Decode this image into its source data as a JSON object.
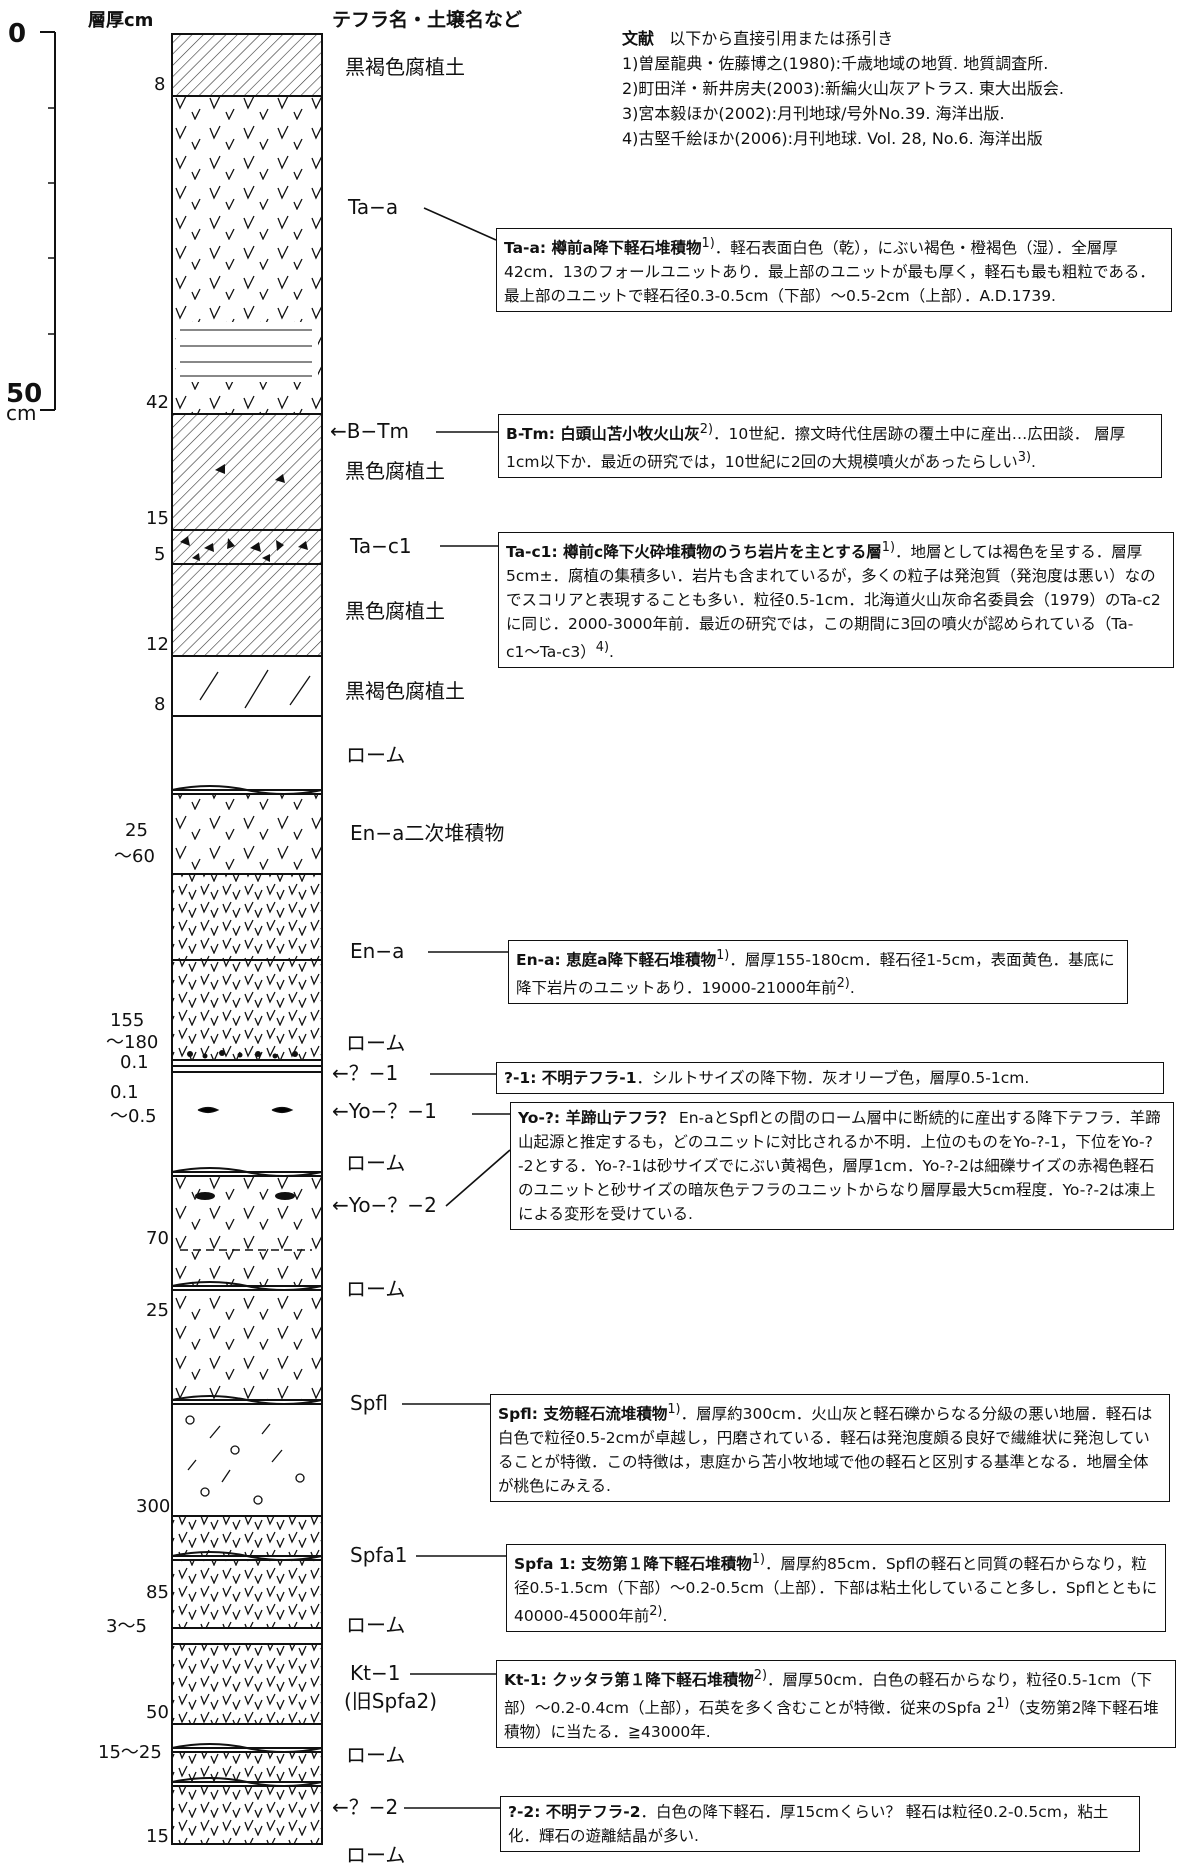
{
  "header": {
    "thickness_label": "層厚cm",
    "tephra_label": "テフラ名・土壌名など"
  },
  "scale": {
    "zero": "0",
    "fifty": "50",
    "unit": "cm"
  },
  "references": {
    "heading": "文献",
    "note": "以下から直接引用または孫引き",
    "items": [
      "1)曽屋龍典・佐藤博之(1980):千歳地域の地質. 地質調査所.",
      "2)町田洋・新井房夫(2003):新編火山灰アトラス. 東大出版会.",
      "3)宮本毅ほか(2002):月刊地球/号外No.39. 海洋出版.",
      "4)古堅千絵ほか(2006):月刊地球. Vol. 28, No.6. 海洋出版"
    ]
  },
  "thickness": {
    "t1": "8",
    "t2": "42",
    "t3": "15",
    "t4": "5",
    "t5": "12",
    "t6": "8",
    "t7a": "25",
    "t7b": "〜60",
    "t8a": "155",
    "t8b": "〜180",
    "t9": "0.1",
    "t10a": "0.1",
    "t10b": "〜0.5",
    "t11": "70",
    "t12": "25",
    "t13": "300",
    "t14": "85",
    "t15": "3〜5",
    "t16": "50",
    "t17": "15〜25",
    "t18": "15"
  },
  "layers": {
    "l1": "黒褐色腐植土",
    "l2": "Ta−a",
    "l3": "←B−Tm",
    "l4": "黒色腐植土",
    "l5": "Ta−c1",
    "l6": "黒色腐植土",
    "l7": "黒褐色腐植土",
    "l8": "ローム",
    "l9": "En−a二次堆積物",
    "l10": "En−a",
    "l11": "ローム",
    "l12": "←？−1",
    "l13": "←Yo−？−1",
    "l14": "ローム",
    "l15": "←Yo−？−2",
    "l16": "ローム",
    "l17": "Spfl",
    "l18": "Spfa1",
    "l19": "ローム",
    "l20": "Kt−1",
    "l21": "(旧Spfa2)",
    "l22": "ローム",
    "l23": "←？−2",
    "l24": "ローム"
  },
  "notes": {
    "ta_a": {
      "title": "Ta-a: 樽前a降下軽石堆積物",
      "ref": "1)",
      "text": "．軽石表面白色（乾），にぶい褐色・橙褐色（湿）．全層厚42cm．13のフォールユニットあり．最上部のユニットが最も厚く，軽石も最も粗粒である．最上部のユニットで軽石径0.3-0.5cm（下部）〜0.5-2cm（上部）．A.D.1739."
    },
    "b_tm": {
      "title": "B-Tm: 白頭山苫小牧火山灰",
      "ref": "2)",
      "text": "．10世紀．擦文時代住居跡の覆土中に産出…広田談． 層厚1cm以下か．最近の研究では，10世紀に2回の大規模噴火があったらしい",
      "ref2": "3)",
      "tail": "."
    },
    "ta_c1": {
      "title": "Ta-c1: 樽前c降下火砕堆積物のうち岩片を主とする層",
      "ref": "1)",
      "text": "．地層としては褐色を呈する．層厚5cm±．腐植の集積多い．岩片も含まれているが，多くの粒子は発泡質（発泡度は悪い）なのでスコリアと表現することも多い．粒径0.5-1cm．北海道火山灰命名委員会（1979）のTa-c2に同じ．2000-3000年前．最近の研究では，この期間に3回の噴火が認められている（Ta-c1〜Ta-c3）",
      "ref2": "4)",
      "tail": "."
    },
    "en_a": {
      "title": "En-a: 恵庭a降下軽石堆積物",
      "ref": "1)",
      "text": "．層厚155-180cm．軽石径1-5cm，表面黄色．基底に降下岩片のユニットあり．19000-21000年前",
      "ref2": "2)",
      "tail": "."
    },
    "q1": {
      "title": "?-1: 不明テフラ-1",
      "text": "．シルトサイズの降下物．灰オリーブ色，層厚0.5-1cm."
    },
    "yo": {
      "title": "Yo-?: 羊蹄山テフラ？",
      "text": " En-aとSpflとの間のローム層中に断続的に産出する降下テフラ．羊蹄山起源と推定するも，どのユニットに対比されるか不明．上位のものをYo-?-1，下位をYo-?-2とする．Yo-?-1は砂サイズでにぶい黄褐色，層厚1cm．Yo-?-2は細礫サイズの赤褐色軽石のユニットと砂サイズの暗灰色テフラのユニットからなり層厚最大5cm程度．Yo-?-2は凍上による変形を受けている."
    },
    "spfl": {
      "title": "Spfl: 支笏軽石流堆積物",
      "ref": "1)",
      "text": "．層厚約300cm．火山灰と軽石礫からなる分級の悪い地層．軽石は白色で粒径0.5-2cmが卓越し，円磨されている．軽石は発泡度頗る良好で繊維状に発泡していることが特徴．この特徴は，恵庭から苫小牧地域で他の軽石と区別する基準となる．地層全体が桃色にみえる."
    },
    "spfa1": {
      "title": "Spfa 1: 支笏第１降下軽石堆積物",
      "ref": "1)",
      "text": "．層厚約85cm．Spflの軽石と同質の軽石からなり，粒径0.5-1.5cm（下部）〜0.2-0.5cm（上部）．下部は粘土化していること多し．Spflとともに40000-45000年前",
      "ref2": "2)",
      "tail": "."
    },
    "kt1": {
      "title": "Kt-1: クッタラ第１降下軽石堆積物",
      "ref": "2)",
      "text": "．層厚50cm．白色の軽石からなり，粒径0.5-1cm（下部）〜0.2-0.4cm（上部），石英を多く含むことが特徴．従来のSpfa 2",
      "ref2": "1)",
      "tail": "（支笏第2降下軽石堆積物）に当たる．≧43000年."
    },
    "q2": {
      "title": "?-2: 不明テフラ-2",
      "text": "．白色の降下軽石．厚15cmくらい？ 軽石は粒径0.2-0.5cm，粘土化．輝石の遊離結晶が多い."
    }
  }
}
